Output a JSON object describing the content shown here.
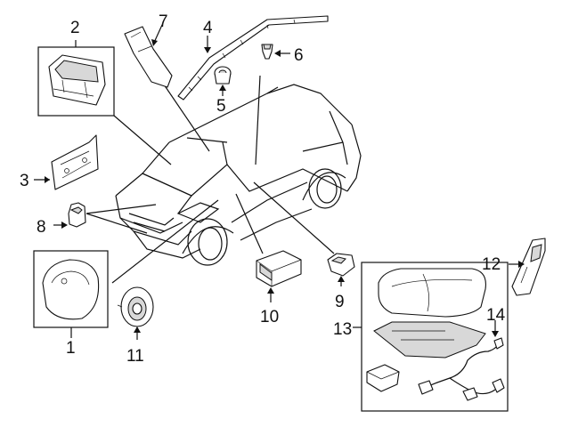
{
  "callouts": [
    {
      "id": "1",
      "text": "1"
    },
    {
      "id": "2",
      "text": "2"
    },
    {
      "id": "3",
      "text": "3"
    },
    {
      "id": "4",
      "text": "4"
    },
    {
      "id": "5",
      "text": "5"
    },
    {
      "id": "6",
      "text": "6"
    },
    {
      "id": "7",
      "text": "7"
    },
    {
      "id": "8",
      "text": "8"
    },
    {
      "id": "9",
      "text": "9"
    },
    {
      "id": "10",
      "text": "10"
    },
    {
      "id": "11",
      "text": "11"
    },
    {
      "id": "12",
      "text": "12"
    },
    {
      "id": "13",
      "text": "13"
    },
    {
      "id": "14",
      "text": "14"
    }
  ]
}
